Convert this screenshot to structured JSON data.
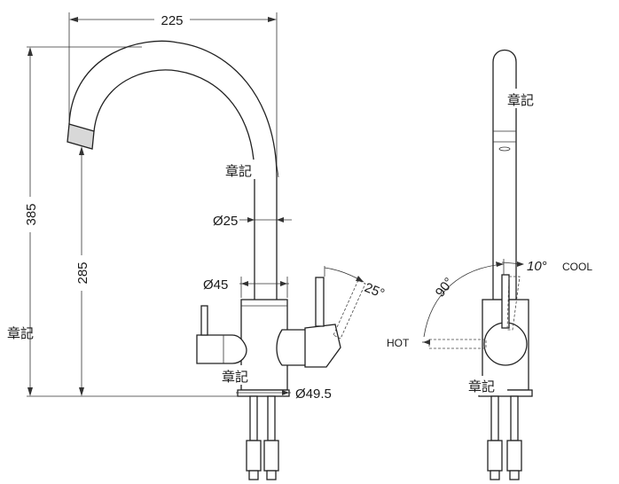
{
  "dimensions": {
    "width_top": "225",
    "height_total": "385",
    "height_spout": "285",
    "pipe_diameter": "Ø25",
    "body_diameter": "Ø45",
    "base_diameter": "Ø49.5",
    "lever_angle": "25°",
    "rotation_angle": "90°",
    "cool_angle": "10°"
  },
  "labels": {
    "cool": "COOL",
    "hot": "HOT",
    "stamp_1": "章記",
    "stamp_2": "章記",
    "stamp_3": "章記",
    "stamp_4": "章記",
    "stamp_5": "章記"
  },
  "colors": {
    "line": "#222222",
    "background": "#ffffff"
  }
}
